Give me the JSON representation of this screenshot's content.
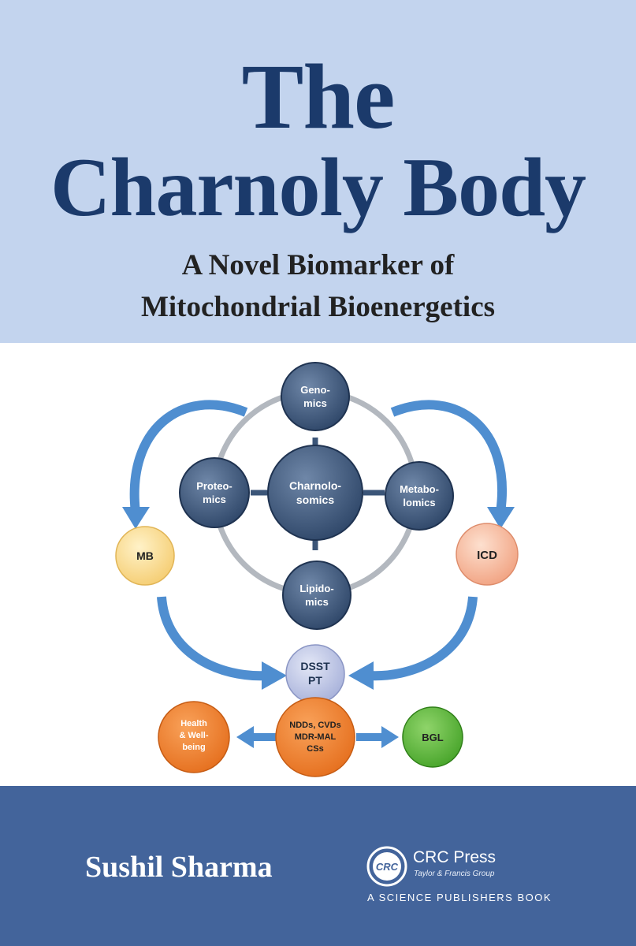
{
  "cover": {
    "title_line1": "The",
    "title_line2": "Charnoly Body",
    "subtitle_line1": "A Novel Biomarker of",
    "subtitle_line2": "Mitochondrial Bioenergetics",
    "author": "Sushil Sharma"
  },
  "publisher": {
    "logo_text": "CRC",
    "name": "CRC Press",
    "subname": "Taylor & Francis Group",
    "tagline": "A SCIENCE PUBLISHERS BOOK"
  },
  "diagram": {
    "center": [
      "Charnolo-",
      "somics"
    ],
    "top": [
      "Geno-",
      "mics"
    ],
    "left": [
      "Proteo-",
      "mics"
    ],
    "right": [
      "Metabo-",
      "lomics"
    ],
    "bottom": [
      "Lipido-",
      "mics"
    ],
    "mb": "MB",
    "icd": "ICD",
    "dsst": [
      "DSST",
      "PT"
    ],
    "health": [
      "Health",
      "& Well-",
      "being"
    ],
    "ndds": [
      "NDDs, CVDs",
      "MDR-MAL",
      "CSs"
    ],
    "bgl": "BGL"
  },
  "colors": {
    "top_band": "#c3d4ee",
    "title": "#1b3a6b",
    "bottom_band": "#43649b",
    "node_dark": "#3b5578",
    "arrow_blue": "#4f8ed0"
  }
}
